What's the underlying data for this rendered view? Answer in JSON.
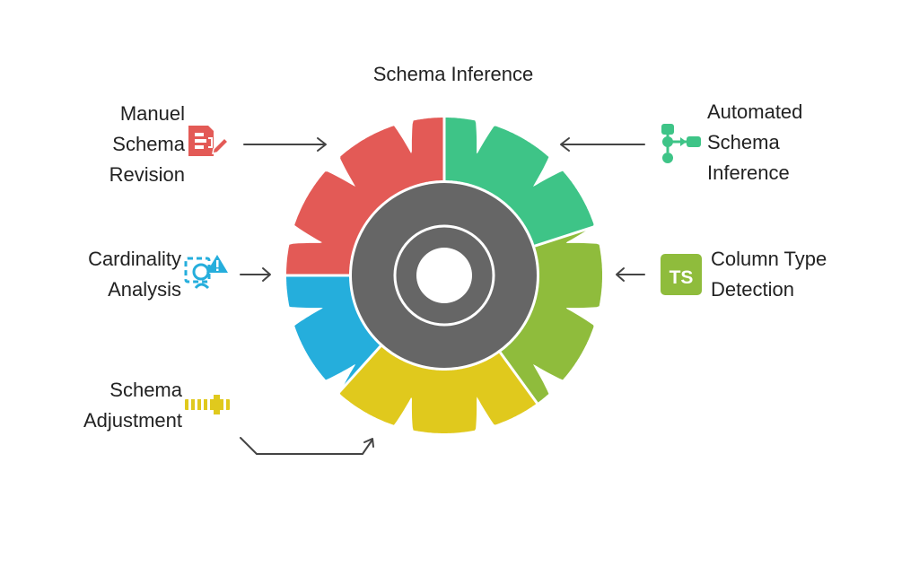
{
  "title": "Schema Inference",
  "colors": {
    "red": "#e35a56",
    "green": "#3ec487",
    "lime": "#8fbc3c",
    "yellow": "#e0c91d",
    "blue": "#25aedc",
    "core": "#666666",
    "arrow": "#444444"
  },
  "items": [
    {
      "lines": [
        "Manuel",
        "Schema",
        "Revision"
      ],
      "icon": "document-edit-icon",
      "color": "#e35a56"
    },
    {
      "lines": [
        "Automated",
        "Schema",
        "Inference"
      ],
      "icon": "flowchart-icon",
      "color": "#3ec487"
    },
    {
      "lines": [
        "Cardinality",
        "Analysis"
      ],
      "icon": "analysis-warning-icon",
      "color": "#25aedc"
    },
    {
      "lines": [
        "Column Type",
        "Detection"
      ],
      "icon": "typescript-badge-icon",
      "color": "#8fbc3c",
      "badge": "TS"
    },
    {
      "lines": [
        "Schema",
        "Adjustment"
      ],
      "icon": "ruler-slider-icon",
      "color": "#e0c91d"
    }
  ]
}
